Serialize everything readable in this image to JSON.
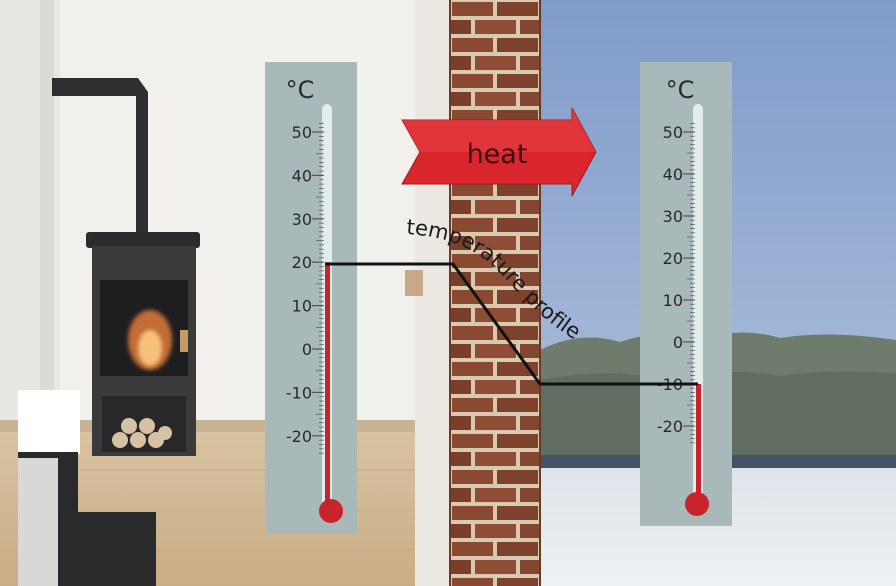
{
  "thermometers": [
    {
      "id": "indoor",
      "unit": "°C",
      "reading": 20
    },
    {
      "id": "outdoor",
      "unit": "°C",
      "reading": -10
    }
  ],
  "scale_labels": [
    "50",
    "40",
    "30",
    "20",
    "10",
    "0",
    "-10",
    "-20"
  ],
  "scale_values": [
    50,
    40,
    30,
    20,
    10,
    0,
    -10,
    -20
  ],
  "heat_arrow": {
    "label": "heat"
  },
  "profile": {
    "label": "temperature profile"
  },
  "colors": {
    "mercury": "#c8242b",
    "thermometer_body": "#a9b9b9",
    "arrow": "#d8262c",
    "profile_line": "#111111",
    "brick": "#8a4a32",
    "mortar": "#d9c9b0"
  }
}
